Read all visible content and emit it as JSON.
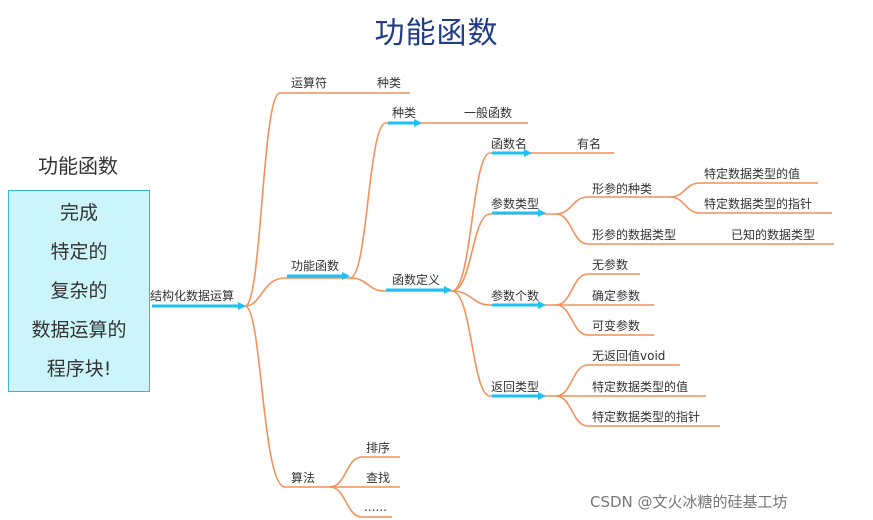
{
  "title": "功能函数",
  "side": {
    "title": "功能函数",
    "lines": [
      "完成",
      "特定的",
      "复杂的",
      "数据运算的",
      "程序块!"
    ]
  },
  "mindmap": {
    "root": "结构化数据运算",
    "operators": "运算符",
    "operators_kinds": "种类",
    "func": "功能函数",
    "func_kinds": "种类",
    "general_func": "一般函数",
    "func_def": "函数定义",
    "func_name": "函数名",
    "has_name": "有名",
    "param_type": "参数类型",
    "formal_kind": "形参的种类",
    "specific_value": "特定数据类型的值",
    "specific_pointer": "特定数据类型的指针",
    "formal_data_type": "形参的数据类型",
    "known_data_type": "已知的数据类型",
    "param_count": "参数个数",
    "no_param": "无参数",
    "fixed_param": "确定参数",
    "variable_param": "可变参数",
    "return_type": "返回类型",
    "no_return": "无返回值void",
    "ret_specific_value": "特定数据类型的值",
    "ret_specific_pointer": "特定数据类型的指针",
    "algorithm": "算法",
    "sort": "排序",
    "search": "查找",
    "ellipsis": "......"
  },
  "watermark": "CSDN @文火冰糖的硅基工坊",
  "colors": {
    "branch": "#f4915a",
    "arrow": "#1ec2f2",
    "title": "#1f3b8a",
    "box_fill": "#ccf5fb",
    "box_border": "#3bb6c7"
  }
}
